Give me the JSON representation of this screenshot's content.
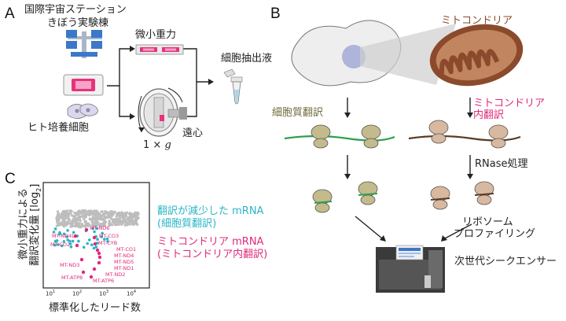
{
  "panel_a": {
    "letter": "A",
    "iss_label_line1": "国際宇宙ステーション",
    "iss_label_line2": "きぼう実験棟",
    "microgravity": "微小重力",
    "human_cells": "ヒト培養細胞",
    "one_g_prefix": "1 × ",
    "one_g_unit": "g",
    "centrifuge": "遠心",
    "lysate": "細胞抽出液"
  },
  "panel_b": {
    "letter": "B",
    "mitochondria": "ミトコンドリア",
    "cytosolic_translation": "細胞質翻訳",
    "mito_translation_line1": "ミトコンドリア",
    "mito_translation_line2": "内翻訳",
    "rnase": "RNase処理",
    "ribosome_profiling_line1": "リボソーム",
    "ribosome_profiling_line2": "プロファイリング",
    "ngs": "次世代シークエンサー"
  },
  "panel_c": {
    "letter": "C",
    "ylabel_line1": "微小重力による",
    "ylabel_line2": "翻訳変化量 [log",
    "ylabel_sub": "2",
    "ylabel_end": "]",
    "xlabel": "標準化したリード数",
    "xticks": [
      "10",
      "10",
      "10",
      "10"
    ],
    "xtick_exps": [
      "1",
      "2",
      "3",
      "4"
    ],
    "legend_teal_line1": "翻訳が減少した mRNA",
    "legend_teal_line2": "(細胞質翻訳)",
    "legend_pink_line1": "ミトコンドリア mRNA",
    "legend_pink_line2": "(ミトコンドリア内翻訳)",
    "gene_labels": [
      "MT-ND6",
      "MT-ND4L",
      "MT-CO2",
      "MT-ND3",
      "MT-ATP8",
      "MT-CO3",
      "MT-CYB",
      "MT-CO1",
      "MT-ND4",
      "MT-ND5",
      "MT-ND1",
      "MT-ND2",
      "MT-ATP6"
    ]
  },
  "colors": {
    "pink": "#e0287a",
    "teal": "#2bb4c6",
    "cytosol_mrna": "#2e9e4a",
    "mito_mrna": "#5a3a22",
    "ribosome_cyto": "#c3bb8c",
    "ribosome_mito": "#d9b8a0",
    "mitochondrion": "#8b4a2b"
  }
}
